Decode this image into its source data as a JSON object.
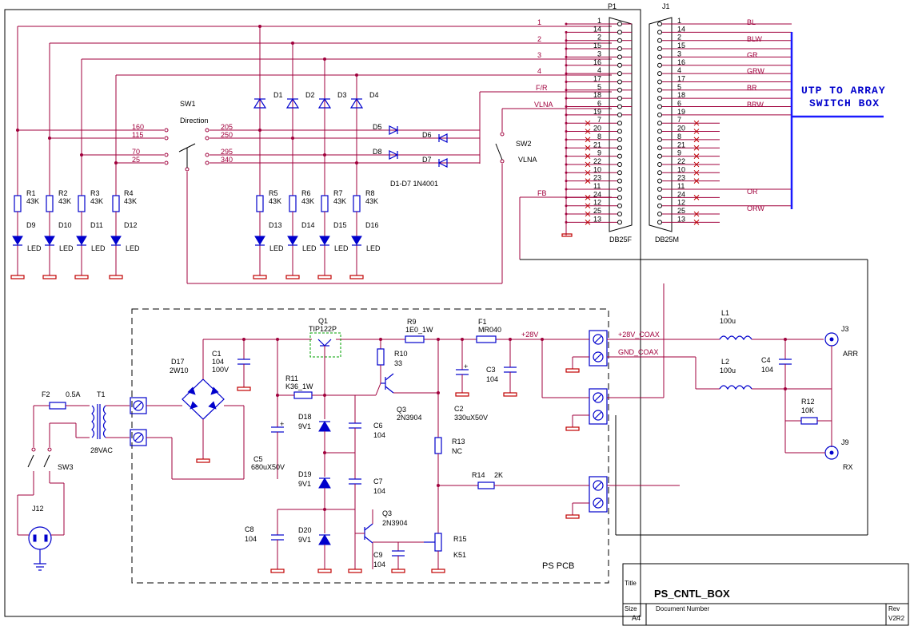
{
  "title_block": {
    "title_label": "Title",
    "title": "PS_CNTL_BOX",
    "size_label": "Size",
    "size": "A4",
    "docnum_label": "Document Number",
    "rev_label": "Rev",
    "rev": "V2R2"
  },
  "connectors": {
    "p1_ref": "P1",
    "p1_type": "DB25F",
    "j1_ref": "J1",
    "j1_type": "DB25M",
    "p1_pins": [
      "1",
      "14",
      "2",
      "15",
      "3",
      "16",
      "4",
      "17",
      "5",
      "18",
      "6",
      "19",
      "7",
      "20",
      "8",
      "21",
      "9",
      "22",
      "10",
      "23",
      "11",
      "24",
      "12",
      "25",
      "13"
    ],
    "j1_pins": [
      "1",
      "14",
      "2",
      "15",
      "3",
      "16",
      "4",
      "17",
      "5",
      "18",
      "6",
      "19",
      "7",
      "20",
      "8",
      "21",
      "9",
      "22",
      "10",
      "23",
      "11",
      "24",
      "12",
      "25",
      "13"
    ]
  },
  "signal_labels": [
    "1",
    "2",
    "3",
    "4",
    "F/R",
    "VLNA",
    "FB"
  ],
  "cable_colors": [
    "BL",
    "BLW",
    "GR",
    "GRW",
    "BR",
    "BRW",
    "OR",
    "ORW"
  ],
  "utp_label_line1": "UTP TO ARRAY",
  "utp_label_line2": "SWITCH BOX",
  "switch": {
    "sw1": "SW1",
    "sw1_name": "Direction",
    "positions": [
      "160",
      "115",
      "70",
      "25",
      "205",
      "250",
      "295",
      "340"
    ],
    "sw2": "SW2",
    "sw2_name": "VLNA",
    "sw3": "SW3"
  },
  "diodes": {
    "refs_top": [
      "D1",
      "D2",
      "D3",
      "D4"
    ],
    "refs_mid": [
      "D5",
      "D6",
      "D8",
      "D7"
    ],
    "note": "D1-D7 1N4001"
  },
  "resistors_top": [
    {
      "ref": "R1",
      "val": "43K"
    },
    {
      "ref": "R2",
      "val": "43K"
    },
    {
      "ref": "R3",
      "val": "43K"
    },
    {
      "ref": "R4",
      "val": "43K"
    },
    {
      "ref": "R5",
      "val": "43K"
    },
    {
      "ref": "R6",
      "val": "43K"
    },
    {
      "ref": "R7",
      "val": "43K"
    },
    {
      "ref": "R8",
      "val": "43K"
    }
  ],
  "leds": [
    "D9",
    "D10",
    "D11",
    "D12",
    "D13",
    "D14",
    "D15",
    "D16"
  ],
  "led_label": "LED",
  "psu": {
    "pcb_label": "PS PCB",
    "f2": "F2",
    "f2_val": "0.5A",
    "t1": "T1",
    "t1_val": "28VAC",
    "d17": "D17",
    "d17_val": "2W10",
    "c1": "C1",
    "c1_v1": "104",
    "c1_v2": "100V",
    "c5": "C5",
    "c5_val": "680uX50V",
    "q1": "Q1",
    "q1_val": "TIP122P",
    "r11": "R11",
    "r11_val": "K36_1W",
    "d18": "D18",
    "d18_val": "9V1",
    "d19": "D19",
    "d19_val": "9V1",
    "d20": "D20",
    "d20_val": "9V1",
    "c6": "C6",
    "c6_val": "104",
    "c7": "C7",
    "c7_val": "104",
    "c8": "C8",
    "c8_val": "104",
    "c9": "C9",
    "c9_val": "104",
    "r9": "R9",
    "r9_val": "1E0_1W",
    "r10": "R10",
    "r10_val": "33",
    "q3a": "Q3",
    "q3a_val": "2N3904",
    "q3b": "Q3",
    "q3b_val": "2N3904",
    "r13": "R13",
    "r13_val": "NC",
    "r14": "R14",
    "r14_val": "2K",
    "r15": "R15",
    "r15_val": "K51",
    "f1": "F1",
    "f1_val": "MR040",
    "c2": "C2",
    "c2_val": "330uX50V",
    "c3": "C3",
    "c3_val": "104",
    "v28": "+28V",
    "j12": "J12"
  },
  "output": {
    "net1": "+28V_COAX",
    "net2": "GND_COAX",
    "l1": "L1",
    "l1_val": "100u",
    "l2": "L2",
    "l2_val": "100u",
    "c4": "C4",
    "c4_val": "104",
    "r12": "R12",
    "r12_val": "10K",
    "j3": "J3",
    "j3_name": "ARR",
    "j9": "J9",
    "j9_name": "RX"
  }
}
